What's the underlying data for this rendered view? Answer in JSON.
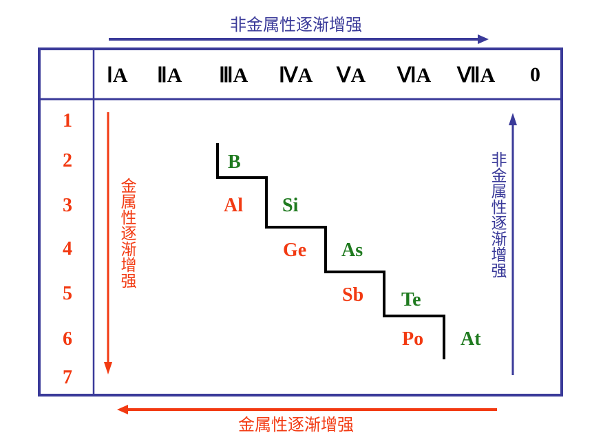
{
  "captions": {
    "top": "非金属性逐渐增强",
    "bottom": "金属性逐渐增强",
    "left_vertical": "金属性逐渐增强",
    "right_vertical": "非金属性逐渐增强"
  },
  "groups": [
    "ⅠA",
    "ⅡA",
    "ⅢA",
    "ⅣA",
    "ⅤA",
    "ⅥA",
    "ⅦA",
    "0"
  ],
  "periods": [
    "1",
    "2",
    "3",
    "4",
    "5",
    "6",
    "7"
  ],
  "elements": {
    "B": "B",
    "Al": "Al",
    "Si": "Si",
    "Ge": "Ge",
    "As": "As",
    "Sb": "Sb",
    "Te": "Te",
    "Po": "Po",
    "At": "At"
  },
  "colors": {
    "frame": "#3a3a99",
    "metal": "#f23a12",
    "nonmetal": "#1f7a1f",
    "staircase": "#000000"
  }
}
